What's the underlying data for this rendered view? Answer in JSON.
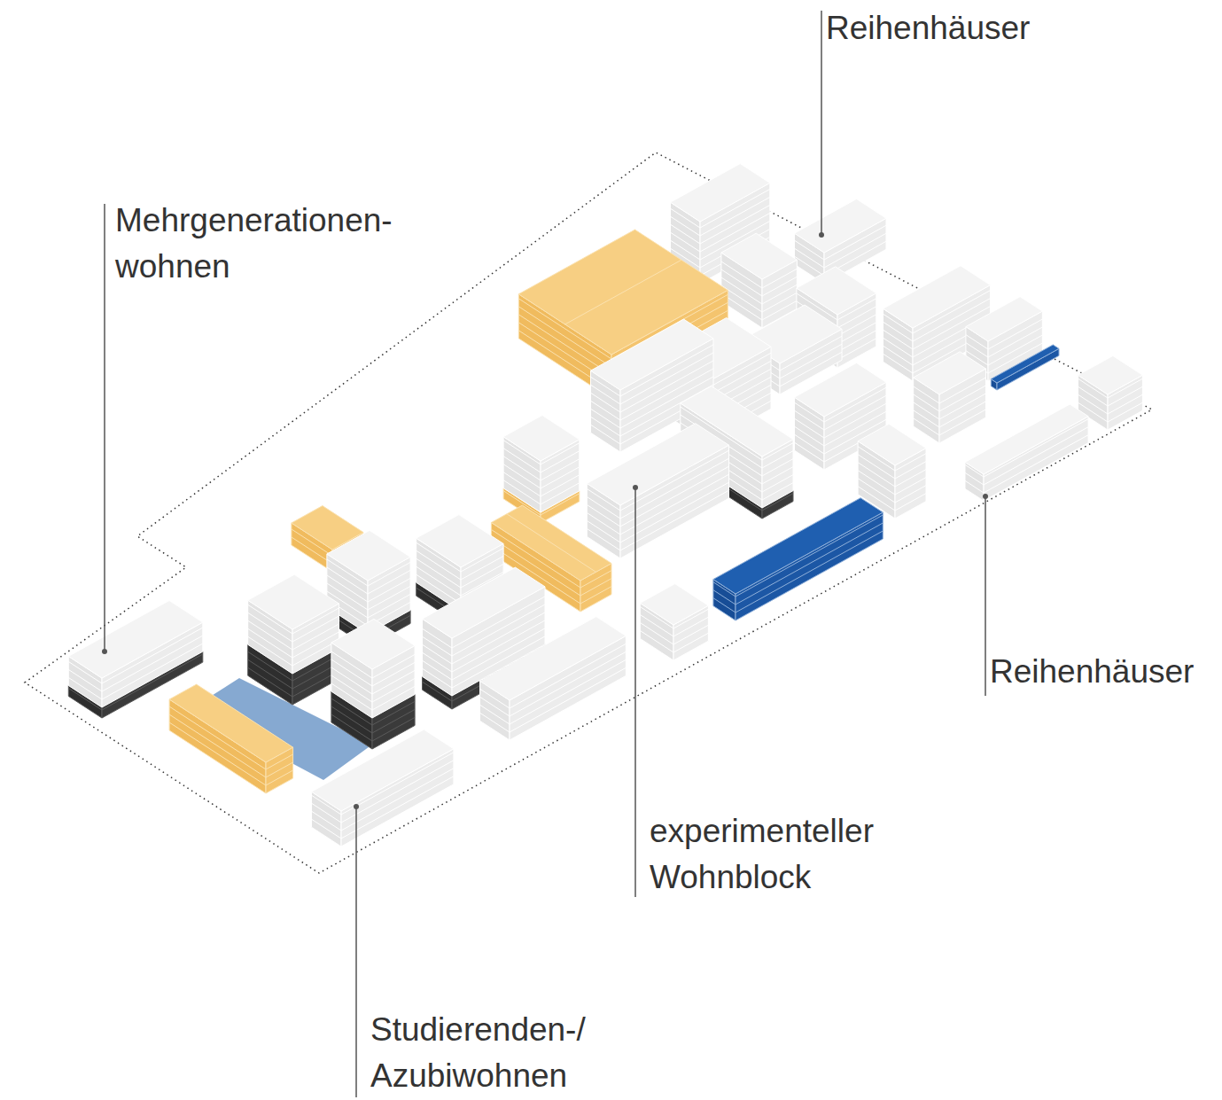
{
  "diagram": {
    "labels": [
      "Reihenhäuser",
      "Mehrgenerationen- wohnen",
      "Reihenhäuser",
      "experimenteller Wohnblock",
      "Studierenden-/ Azubiwohnen"
    ]
  }
}
